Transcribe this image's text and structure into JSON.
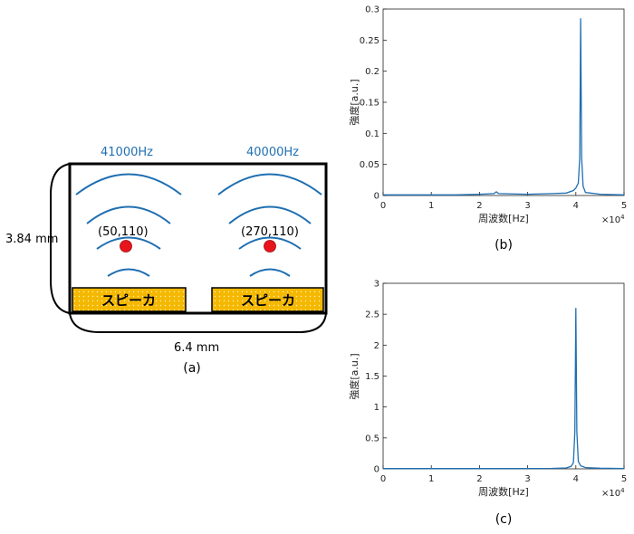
{
  "diagram": {
    "freq_left": "41000Hz",
    "freq_right": "40000Hz",
    "coord_left": "(50,110)",
    "coord_right": "(270,110)",
    "speaker_left": "スピーカ",
    "speaker_right": "スピーカ",
    "height_label": "3.84 mm",
    "width_label": "6.4 mm",
    "caption": "(a)",
    "colors": {
      "wave": "#1f6fb2",
      "point": "#e8141c",
      "speaker": "#f5b800",
      "frame": "#000000"
    }
  },
  "chart_data": [
    {
      "type": "line",
      "caption": "(b)",
      "xlabel": "周波数[Hz]",
      "ylabel": "強度[a.u.]",
      "x_multiplier": "×10^4",
      "x_multiplier_base": "×10",
      "x_multiplier_exp": "4",
      "xlim": [
        0,
        5
      ],
      "ylim": [
        0,
        0.3
      ],
      "xticks": [
        "0",
        "1",
        "2",
        "3",
        "4",
        "5"
      ],
      "yticks": [
        "0",
        "0.05",
        "0.1",
        "0.15",
        "0.2",
        "0.25",
        "0.3"
      ],
      "series": [
        {
          "x": [
            0,
            0.5,
            1.0,
            1.5,
            2.0,
            2.3,
            2.35,
            2.4,
            3.0,
            3.5,
            3.8,
            3.95,
            4.0,
            4.05,
            4.08,
            4.1,
            4.12,
            4.15,
            4.2,
            4.3,
            4.4,
            4.5,
            5.0
          ],
          "values": [
            0.001,
            0.001,
            0.001,
            0.001,
            0.002,
            0.003,
            0.006,
            0.003,
            0.002,
            0.003,
            0.004,
            0.008,
            0.012,
            0.02,
            0.06,
            0.285,
            0.06,
            0.015,
            0.005,
            0.004,
            0.003,
            0.002,
            0.001
          ]
        }
      ],
      "color": "#1f6fb2",
      "grid": false
    },
    {
      "type": "line",
      "caption": "(c)",
      "xlabel": "周波数[Hz]",
      "ylabel": "強度[a.u.]",
      "x_multiplier": "×10^4",
      "x_multiplier_base": "×10",
      "x_multiplier_exp": "4",
      "xlim": [
        0,
        5
      ],
      "ylim": [
        0,
        3
      ],
      "xticks": [
        "0",
        "1",
        "2",
        "3",
        "4",
        "5"
      ],
      "yticks": [
        "0",
        "0.5",
        "1",
        "1.5",
        "2",
        "2.5",
        "3"
      ],
      "series": [
        {
          "x": [
            0,
            1.0,
            2.0,
            3.0,
            3.5,
            3.8,
            3.9,
            3.95,
            3.98,
            4.0,
            4.02,
            4.05,
            4.1,
            4.2,
            4.5,
            5.0
          ],
          "values": [
            0.005,
            0.005,
            0.005,
            0.006,
            0.008,
            0.015,
            0.04,
            0.1,
            0.6,
            2.6,
            0.6,
            0.12,
            0.05,
            0.02,
            0.01,
            0.005
          ]
        }
      ],
      "color": "#1f6fb2",
      "grid": false
    }
  ]
}
